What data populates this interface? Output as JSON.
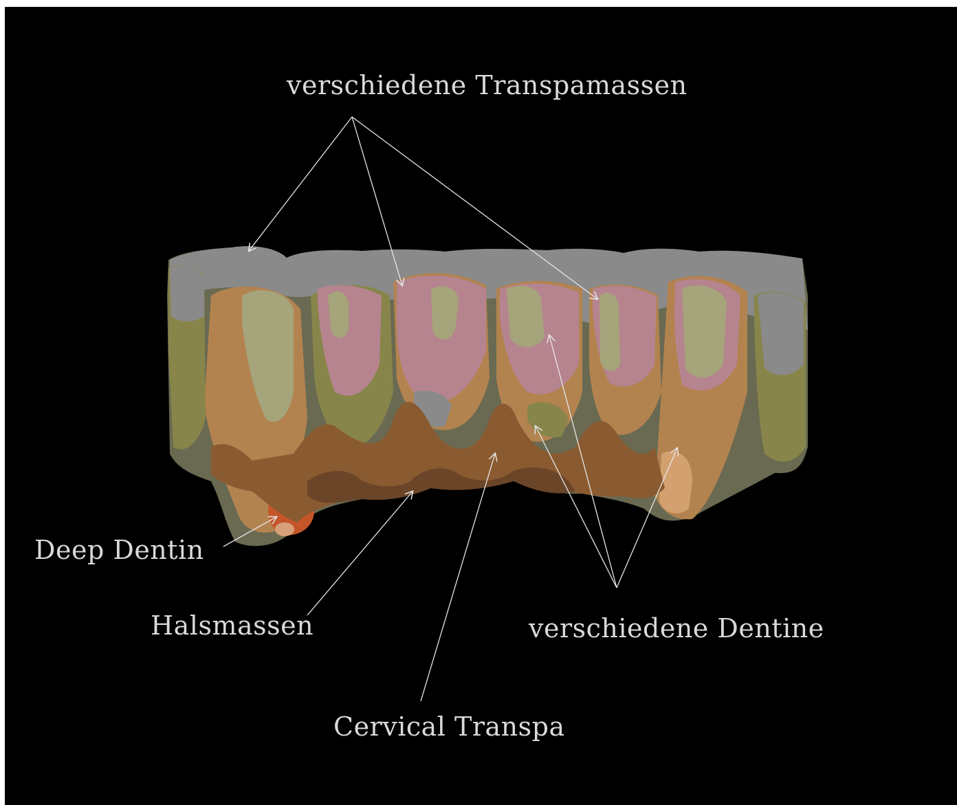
{
  "labels": {
    "top": "verschiedene Transpamassen",
    "deep_dentin": "Deep Dentin",
    "halsmassen": "Halsmassen",
    "cervical": "Cervical Transpa",
    "dentine": "verschiedene Dentine"
  },
  "colors": {
    "background": "#000000",
    "label": "#d9d9d9",
    "line": "#e6e6e6",
    "incisal_grey": "#8a8a8a",
    "enamel_pink": "#b5848e",
    "dentin_yellow": "#a6a47a",
    "dentin_orange": "#b3834f",
    "dentin_olive": "#87854a",
    "cervical_brown": "#8a5a30",
    "deep_red": "#c4562a"
  }
}
